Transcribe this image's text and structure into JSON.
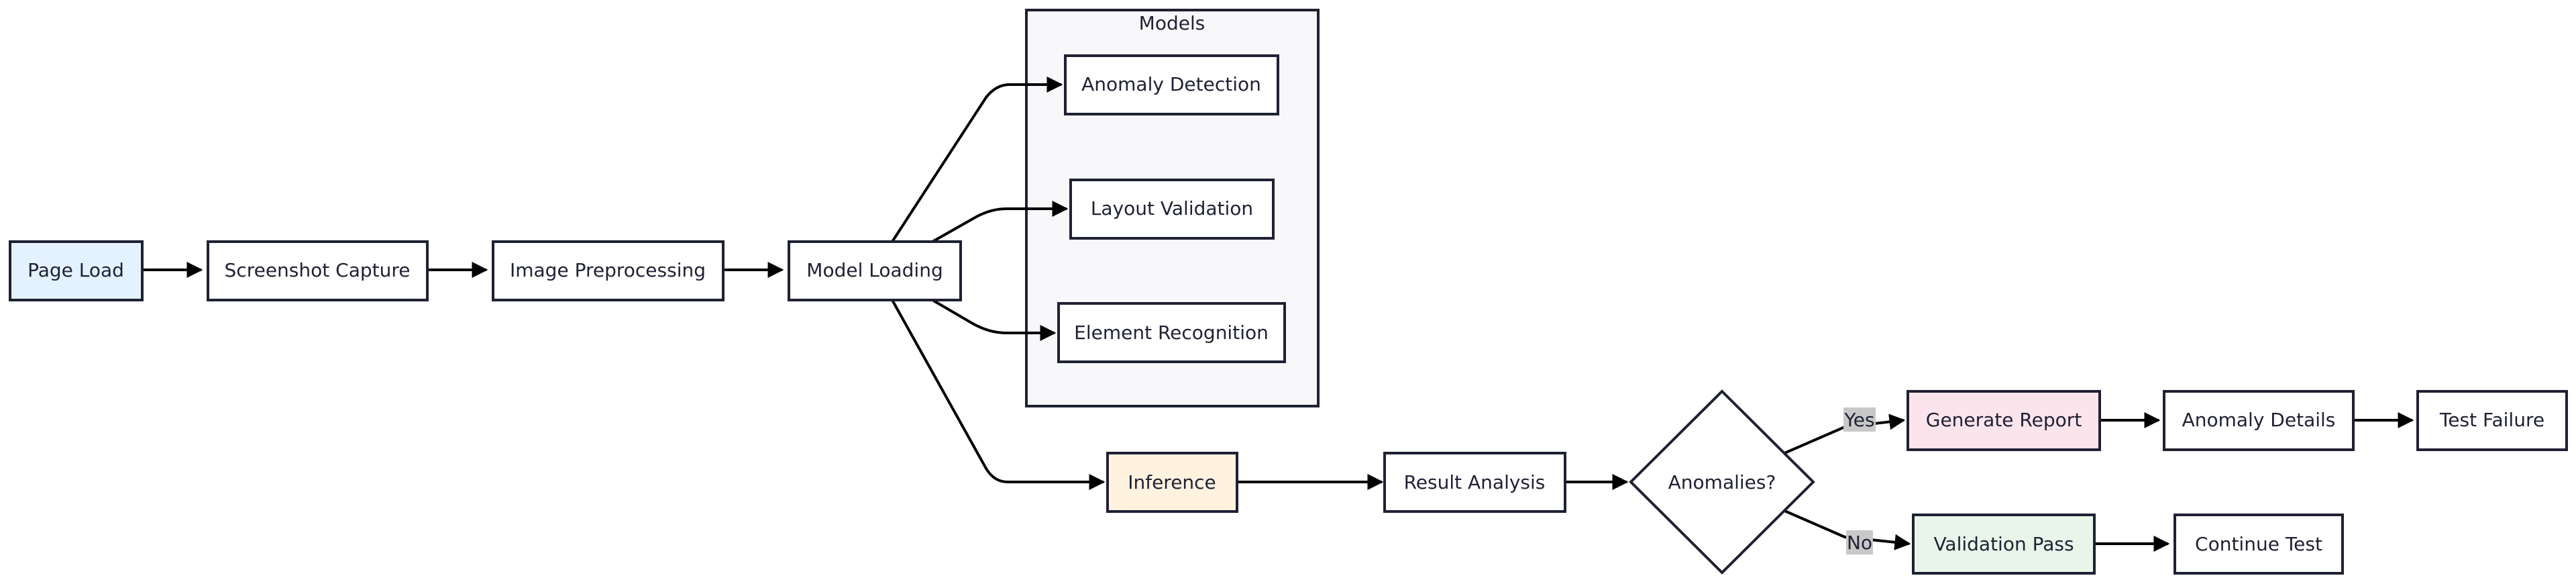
{
  "diagram": {
    "group": {
      "title": "Models"
    },
    "nodes": {
      "page_load": {
        "label": "Page Load",
        "fill": "#e3f2fd"
      },
      "screenshot_capture": {
        "label": "Screenshot Capture",
        "fill": "#ffffff"
      },
      "image_preprocessing": {
        "label": "Image Preprocessing",
        "fill": "#ffffff"
      },
      "model_loading": {
        "label": "Model Loading",
        "fill": "#ffffff"
      },
      "anomaly_detection": {
        "label": "Anomaly Detection",
        "fill": "#ffffff"
      },
      "layout_validation": {
        "label": "Layout Validation",
        "fill": "#ffffff"
      },
      "element_recognition": {
        "label": "Element Recognition",
        "fill": "#ffffff"
      },
      "inference": {
        "label": "Inference",
        "fill": "#fff3e0"
      },
      "result_analysis": {
        "label": "Result Analysis",
        "fill": "#ffffff"
      },
      "anomalies_decision": {
        "label": "Anomalies?",
        "fill": "#ffffff"
      },
      "generate_report": {
        "label": "Generate Report",
        "fill": "#fce4ec"
      },
      "anomaly_details": {
        "label": "Anomaly Details",
        "fill": "#ffffff"
      },
      "test_failure": {
        "label": "Test Failure",
        "fill": "#ffffff"
      },
      "validation_pass": {
        "label": "Validation Pass",
        "fill": "#e8f5e9"
      },
      "continue_test": {
        "label": "Continue Test",
        "fill": "#ffffff"
      }
    },
    "edge_labels": {
      "yes": "Yes",
      "no": "No"
    },
    "colors": {
      "stroke": "#1f2133",
      "group_fill": "#f8f8fb",
      "edge": "#000000",
      "label_bg": "#c8c8c8"
    }
  }
}
